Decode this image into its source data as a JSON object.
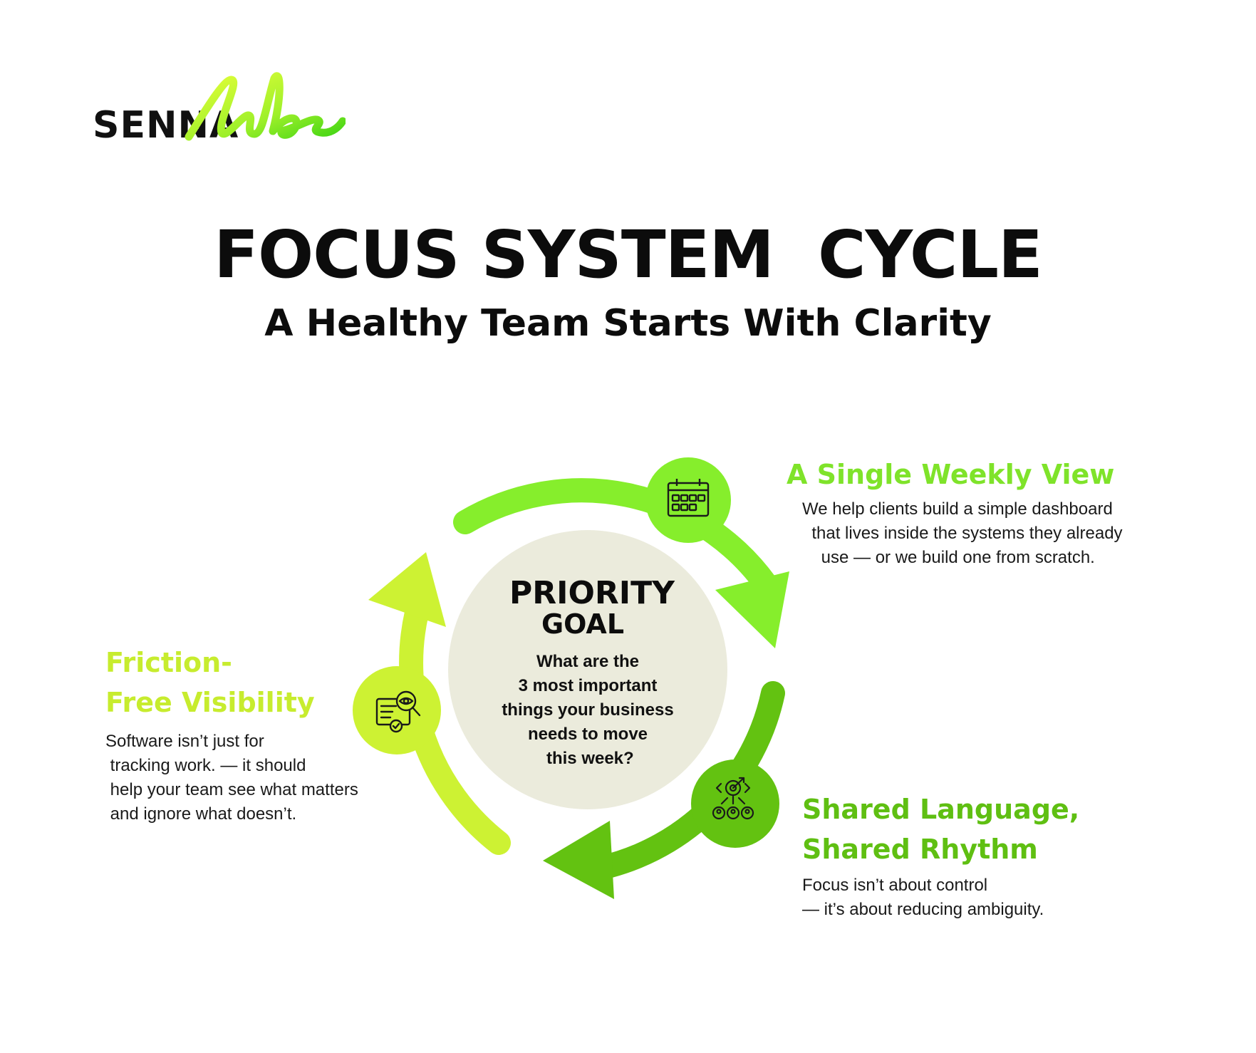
{
  "logo": {
    "senna": "SENNA",
    "labs": "labs"
  },
  "header": {
    "title": "FOCUS SYSTEM  CYCLE",
    "subtitle": "A Healthy Team Starts With Clarity"
  },
  "center": {
    "title_line1": "PRIORITY",
    "title_line2": "GOAL",
    "question": "What are the\n3 most important\nthings your business\nneeds to move\n this week?"
  },
  "steps": [
    {
      "heading": "A Single Weekly View",
      "body": "We help clients build a simple dashboard\n  that lives inside the systems they already\n    use — or we build one from scratch.",
      "color": "#7fe32a",
      "icon": "calendar-icon"
    },
    {
      "heading": "Friction-\nFree Visibility",
      "body": "Software isn’t just for\n tracking work. — it should\n help your team see what matters\n and ignore what doesn’t.",
      "color": "#c7ec2e",
      "icon": "document-eye-search-icon"
    },
    {
      "heading": "Shared Language,\nShared Rhythm",
      "body": "Focus isn’t about control\n— it’s about reducing ambiguity.",
      "color": "#5fbf12",
      "icon": "team-target-icon"
    }
  ],
  "colors": {
    "arc_top": "#86ee2c",
    "arc_left": "#cdf233",
    "arc_bottom": "#63c211",
    "center_circle": "#ebebdc"
  }
}
